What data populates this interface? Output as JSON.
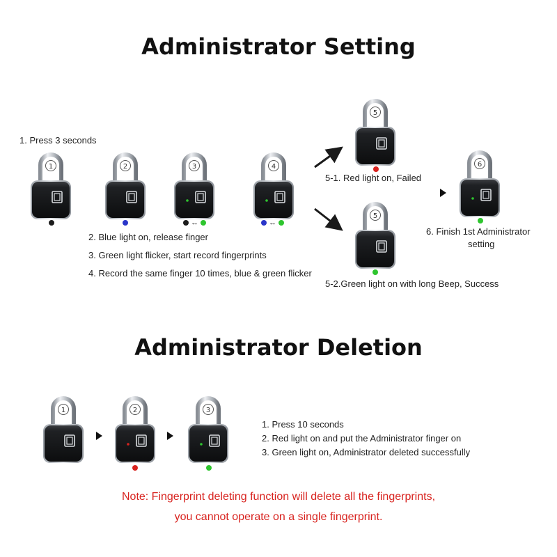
{
  "colors": {
    "black_led": "#1c1c1c",
    "blue_led": "#2a36c9",
    "green_led": "#2ec52e",
    "red_led": "#d8231f",
    "note": "#d8231f"
  },
  "setting": {
    "title": "Administrator Setting",
    "step1": "1. Press 3 seconds",
    "step2": "2. Blue light on, release finger",
    "step3": "3. Green light flicker, start record fingerprints",
    "step4": "4. Record the same finger 10 times, blue & green flicker",
    "step5_1": "5-1. Red light on, Failed",
    "step5_2": "5-2.Green light on with long Beep, Success",
    "step6_line1": "6. Finish 1st Administrator",
    "step6_line2": "setting",
    "locks": [
      {
        "num": "1",
        "led": "",
        "indicator": "black"
      },
      {
        "num": "2",
        "led": "",
        "indicator": "blue"
      },
      {
        "num": "3",
        "led": "green",
        "indicator": "black-green"
      },
      {
        "num": "4",
        "led": "green",
        "indicator": "blue-green"
      },
      {
        "num": "5",
        "led": "",
        "indicator": "red"
      },
      {
        "num": "5",
        "led": "",
        "indicator": "green"
      },
      {
        "num": "6",
        "led": "green",
        "indicator": "green"
      }
    ],
    "pair_arrow": "↔"
  },
  "deletion": {
    "title": "Administrator Deletion",
    "step1": "1. Press 10 seconds",
    "step2": "2. Red light on and put the Administrator finger on",
    "step3": "3. Green light on, Administrator deleted successfully",
    "locks": [
      {
        "num": "1",
        "led": "",
        "indicator": ""
      },
      {
        "num": "2",
        "led": "red",
        "indicator": "red"
      },
      {
        "num": "3",
        "led": "green",
        "indicator": "green"
      }
    ]
  },
  "note": {
    "line1": "Note: Fingerprint deleting function will delete all the fingerprints,",
    "line2": "you cannot operate on a single fingerprint."
  }
}
